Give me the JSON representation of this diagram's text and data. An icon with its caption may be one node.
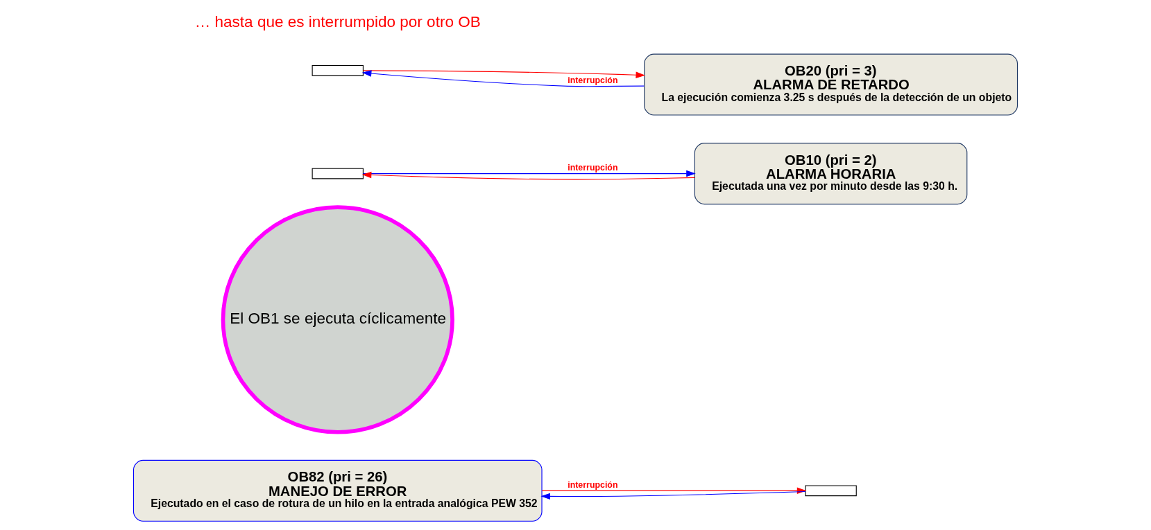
{
  "diagram": {
    "nodes": [
      {
        "text": [
          "OB82 (pri = 26)",
          "MANEJO DE ERROR",
          "Ejecutado en el caso de rotura de un hilo en la entrada analógica PEW 352"
        ]
      },
      {
        "text": [
          "El OB1 se ejecuta cíclicamente"
        ]
      },
      {
        "text": [],
        "shape": "box"
      },
      {
        "text": [
          "OB10 (pri = 2)",
          "ALARMA HORARIA",
          "Ejecutada una vez por minuto desde las 9:30 h."
        ]
      },
      {
        "text": [],
        "shape": "box"
      },
      {
        "text": [],
        "shape": "box"
      },
      {
        "text": [
          "OB20 (pri = 3)",
          "ALARMA DE RETARDO",
          "La ejecución comienza 3.25 s después de la detección de un objeto"
        ]
      }
    ],
    "edges": [
      {
        "from": 2,
        "to": 3,
        "arrow": "to",
        "label": "interrupción",
        "color": "#0000ff"
      },
      {
        "from": 3,
        "to": 2,
        "arrow": "to",
        "color": "#ff0000"
      },
      {
        "from": 4,
        "to": 0,
        "arrow": "to",
        "color": "#0000ff"
      },
      {
        "from": 0,
        "to": 4,
        "arrow": "to",
        "label": "interrupción",
        "color": "#ff0000"
      },
      {
        "from": 6,
        "to": 5,
        "arrow": "to",
        "label": "interrupción",
        "color": "#0000ff"
      },
      {
        "from": 5,
        "to": 6,
        "arrow": "to",
        "color": "#ff0000"
      }
    ],
    "labels": [
      "… hasta que es interrumpido por otro OB"
    ]
  }
}
